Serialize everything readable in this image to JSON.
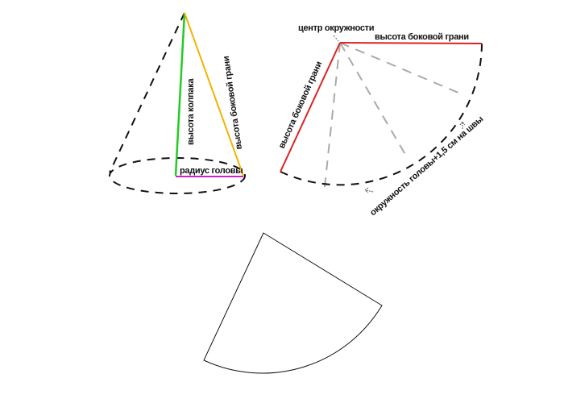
{
  "cone": {
    "height_label": "высота колпака",
    "slant_label": "высота боковой грани",
    "radius_label": "радиус головы"
  },
  "sector": {
    "center_label": "центр окружности",
    "top_edge_label": "высота боковой грани",
    "left_edge_label": "высота боковой грани",
    "arc_label": "окружность головы+1,5 см на швы"
  },
  "colors": {
    "height_line": "#22cc22",
    "slant_line": "#f0b400",
    "radius_line": "#cc22cc",
    "sector_edge": "#dd2222",
    "fold_line": "#aaaaaa"
  }
}
